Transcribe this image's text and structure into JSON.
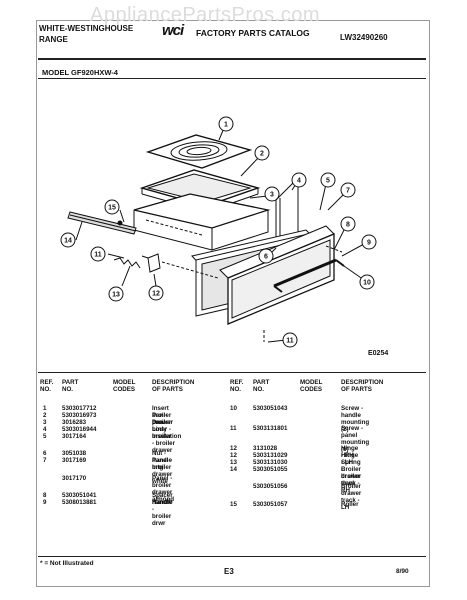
{
  "header": {
    "brand_line1": "WHITE-WESTINGHOUSE",
    "brand_line2": "RANGE",
    "logo_text": "wci",
    "catalog_title": "FACTORY PARTS CATALOG",
    "doc_number": "LW32490260",
    "watermark": "AppliancePartsPros.com"
  },
  "model_label": "MODEL GF920HXW-4",
  "diagram": {
    "code": "E0254",
    "callouts": [
      "1",
      "2",
      "3",
      "4",
      "5",
      "6",
      "7",
      "8",
      "9",
      "10",
      "11",
      "12",
      "13",
      "14",
      "15",
      "11"
    ]
  },
  "columns": {
    "ref": "REF.\nNO.",
    "part": "PART\nNO.",
    "model": "MODEL\nCODES",
    "desc": "DESCRIPTION\nOF PARTS"
  },
  "parts_left": [
    {
      "ref": "1",
      "part": "5303017712",
      "desc": "Insert broiler pan"
    },
    {
      "ref": "2",
      "part": "5303016973",
      "desc": "Pan - broiler"
    },
    {
      "ref": "3",
      "part": "3016283",
      "desc": "Drawer body"
    },
    {
      "ref": "4",
      "part": "5303016944",
      "desc": "Liner - broiler"
    },
    {
      "ref": "5",
      "part": "3017164",
      "desc": "Insulation - broiler\ndrawer"
    },
    {
      "ref": "6",
      "part": "3051038",
      "desc": "Nut - handle mtg"
    },
    {
      "ref": "7",
      "part": "3017169",
      "desc": "Panel - broiler\ndrawer white"
    },
    {
      "ref": "",
      "part": "3017170",
      "desc": "Panel - broiler\ndrawer almond"
    },
    {
      "ref": "8",
      "part": "5303051041",
      "desc": "Spacer handle"
    },
    {
      "ref": "9",
      "part": "5308013881",
      "desc": "Handle - broiler drwr"
    }
  ],
  "parts_right": [
    {
      "ref": "10",
      "part": "5303051043",
      "desc": "Screw - handle\nmounting (2)"
    },
    {
      "ref": "11",
      "part": "5303131801",
      "desc": "Screw - panel\nmounting (6)"
    },
    {
      "ref": "12",
      "part": "3131028",
      "desc": "Hinge - RH"
    },
    {
      "ref": "12",
      "part": "5303131029",
      "desc": "Hinge - LH"
    },
    {
      "ref": "13",
      "part": "5303131030",
      "desc": "Spring - broiler drwr"
    },
    {
      "ref": "14",
      "part": "5303051055",
      "desc": "Broiler drawer\ntrack - RH"
    },
    {
      "ref": "",
      "part": "5303051056",
      "desc": "Broiler drawer\ntrack - LH"
    },
    {
      "ref": "15",
      "part": "5303051057",
      "desc": "Roller"
    }
  ],
  "footnote": "* = Not Illustrated",
  "page_number": "E3",
  "date": "8/90"
}
